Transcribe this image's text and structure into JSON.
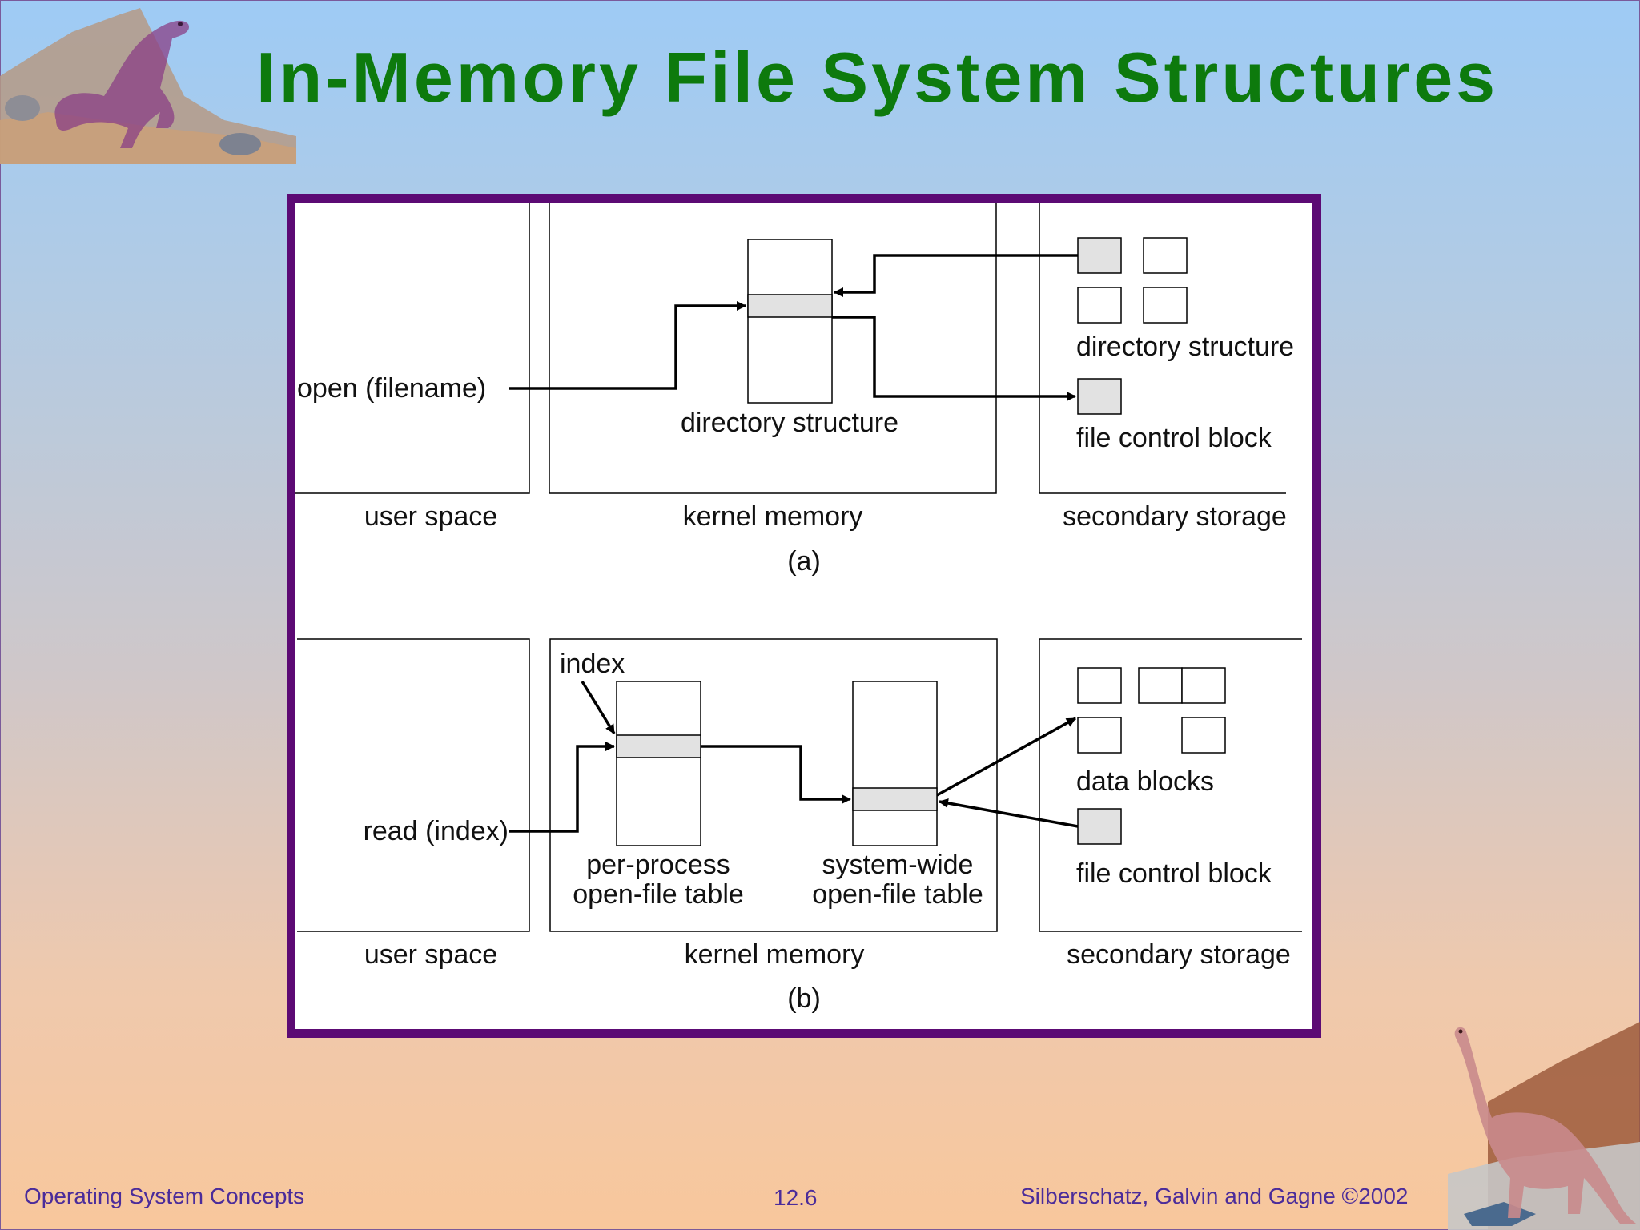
{
  "slide": {
    "title": "In-Memory File System Structures"
  },
  "diagram": {
    "part_a": {
      "call_label": "open (filename)",
      "kernel_structure_label": "directory structure",
      "storage_directory_label": "directory structure",
      "storage_fcb_label": "file control block",
      "region_user": "user space",
      "region_kernel": "kernel memory",
      "region_storage": "secondary storage",
      "caption": "(a)"
    },
    "part_b": {
      "call_label": "read (index)",
      "index_label": "index",
      "per_process_line1": "per-process",
      "per_process_line2": "open-file table",
      "system_wide_line1": "system-wide",
      "system_wide_line2": "open-file table",
      "data_blocks_label": "data blocks",
      "storage_fcb_label": "file control block",
      "region_user": "user space",
      "region_kernel": "kernel memory",
      "region_storage": "secondary storage",
      "caption": "(b)"
    }
  },
  "footer": {
    "left": "Operating System Concepts",
    "center": "12.6",
    "right": "Silberschatz, Galvin and  Gagne ©2002"
  },
  "colors": {
    "title": "#0d7a0d",
    "frame": "#5c0a74",
    "footer_text": "#4b2c9a",
    "highlight_cell": "#e2e2e2"
  },
  "icons": {
    "top_left_art": "t-rex-on-rocks",
    "bottom_right_art": "brontosaurus-on-rocks"
  }
}
